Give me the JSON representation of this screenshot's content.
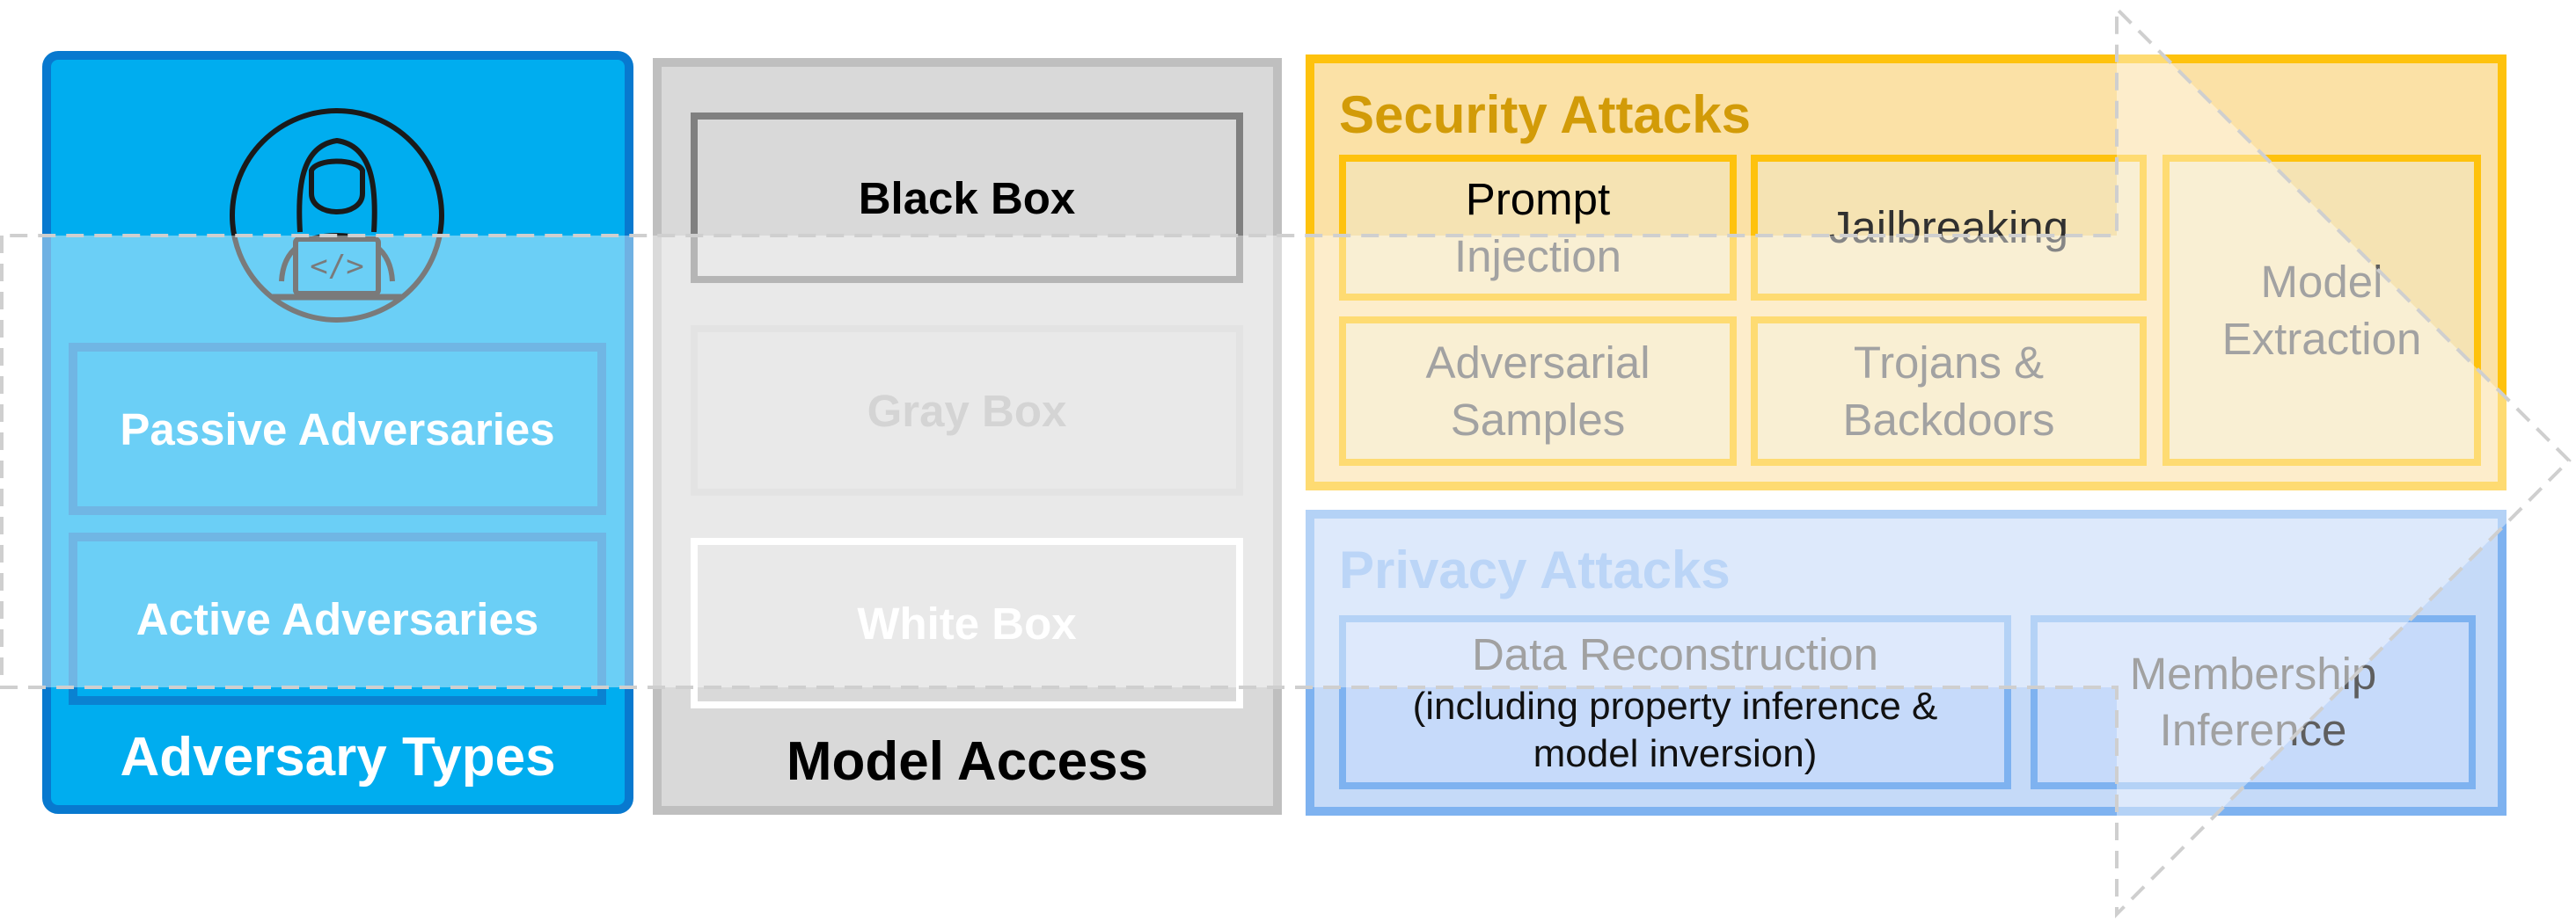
{
  "adversary_types": {
    "title": "Adversary Types",
    "items": [
      {
        "label": "Passive Adversaries"
      },
      {
        "label": "Active Adversaries"
      }
    ],
    "icon": "hacker-laptop-icon"
  },
  "model_access": {
    "title": "Model Access",
    "items": [
      {
        "label": "Black Box"
      },
      {
        "label": "Gray Box"
      },
      {
        "label": "White Box"
      }
    ]
  },
  "security_attacks": {
    "title": "Security Attacks",
    "items": [
      {
        "label": "Prompt Injection",
        "line1": "Prompt",
        "line2": "Injection"
      },
      {
        "label": "Jailbreaking"
      },
      {
        "label": "Model Extraction",
        "line1": "Model",
        "line2": "Extraction"
      },
      {
        "label": "Adversarial Samples",
        "line1": "Adversarial",
        "line2": "Samples"
      },
      {
        "label": "Trojans & Backdoors",
        "line1": "Trojans &",
        "line2": "Backdoors"
      }
    ]
  },
  "privacy_attacks": {
    "title": "Privacy Attacks",
    "items": [
      {
        "label": "Data Reconstruction",
        "note_line1": "(including property inference &",
        "note_line2": "model inversion)"
      },
      {
        "label": "Membership Inference",
        "line1": "Membership",
        "line2": "Inference"
      }
    ]
  },
  "colors": {
    "adversary_fill": "#00adef",
    "adversary_border": "#0879cf",
    "access_fill": "#d9d9d9",
    "security_fill": "#fbe1a6",
    "security_border": "#fec20d",
    "security_title": "#d29b08",
    "privacy_fill": "#c5daf8",
    "privacy_border": "#7eb2f0",
    "overlay_arrow": "#ffffff"
  }
}
